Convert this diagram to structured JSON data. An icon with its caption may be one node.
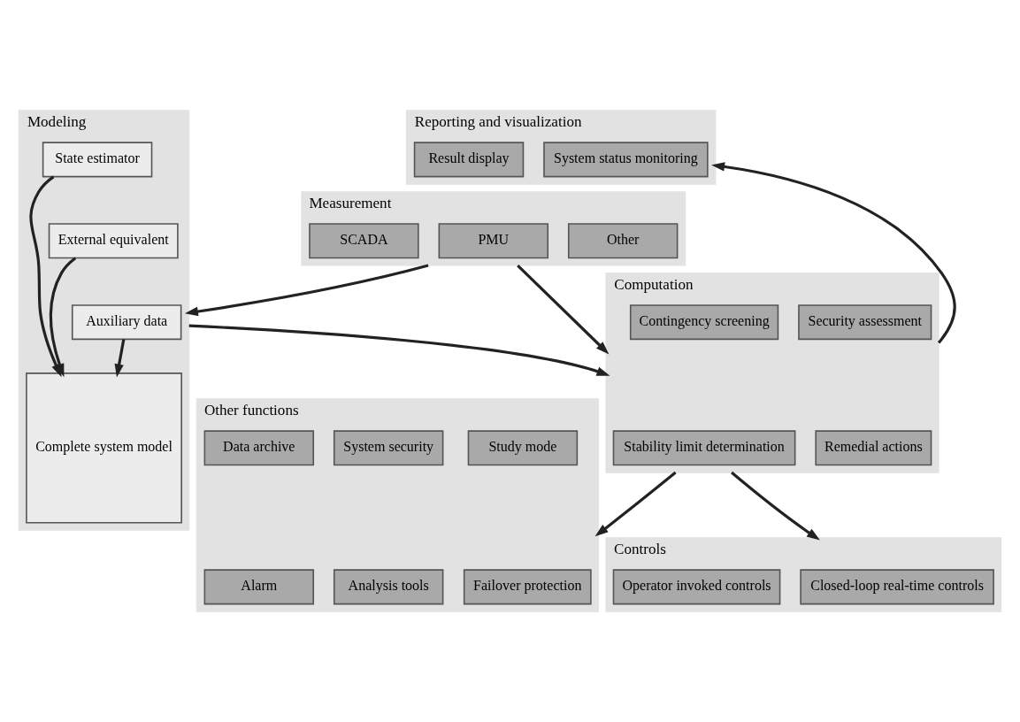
{
  "diagram": {
    "nodes": [
      {
        "text": [
          "Measurement"
        ]
      },
      {
        "text": [
          "SCADA"
        ],
        "in": 0
      },
      {
        "text": [
          "PMU"
        ],
        "in": 0
      },
      {
        "text": [
          "Other"
        ],
        "in": 0
      },
      {
        "text": [
          "Reporting and visualization"
        ]
      },
      {
        "text": [
          "Result display"
        ],
        "in": 4
      },
      {
        "text": [
          "System status monitoring"
        ],
        "in": 4
      },
      {
        "text": [
          "Modeling"
        ]
      },
      {
        "text": [
          "State estimator"
        ],
        "in": 7
      },
      {
        "text": [
          "External equivalent"
        ],
        "in": 7
      },
      {
        "text": [
          "Auxiliary data"
        ],
        "in": 7
      },
      {
        "text": [
          "Complete system model"
        ],
        "in": 7
      },
      {
        "text": [
          "Computation"
        ]
      },
      {
        "text": [
          "Contingency screening"
        ],
        "in": 12
      },
      {
        "text": [
          "Security assessment"
        ],
        "in": 12
      },
      {
        "text": [
          "Stability limit determination"
        ],
        "in": 12
      },
      {
        "text": [
          "Remedial actions"
        ],
        "in": 12
      },
      {
        "text": [
          "Other functions"
        ]
      },
      {
        "text": [
          "Study mode"
        ],
        "in": 17
      },
      {
        "text": [
          "Data archive"
        ],
        "in": 17
      },
      {
        "text": [
          "System security"
        ],
        "in": 17
      },
      {
        "text": [
          "Failover protection"
        ],
        "in": 17
      },
      {
        "text": [
          "Alarm"
        ],
        "in": 17
      },
      {
        "text": [
          "Analysis tools"
        ],
        "in": 17
      },
      {
        "text": [
          "Controls"
        ]
      },
      {
        "text": [
          "Operator invoked controls"
        ],
        "in": 24
      },
      {
        "text": [
          "Closed-loop real-time controls"
        ],
        "in": 24
      }
    ],
    "edges": [
      {
        "from": 0,
        "to": 7,
        "arrow": "to"
      },
      {
        "from": 0,
        "to": 12,
        "arrow": "to"
      },
      {
        "from": 8,
        "to": 11,
        "arrow": "to"
      },
      {
        "from": 9,
        "to": 11,
        "arrow": "to"
      },
      {
        "from": 10,
        "to": 11,
        "arrow": "to"
      },
      {
        "from": 7,
        "to": 12,
        "arrow": "to"
      },
      {
        "from": 12,
        "to": 4,
        "arrow": "to"
      },
      {
        "from": 12,
        "to": 17,
        "arrow": "to"
      },
      {
        "from": 12,
        "to": 24,
        "arrow": "to"
      }
    ]
  }
}
